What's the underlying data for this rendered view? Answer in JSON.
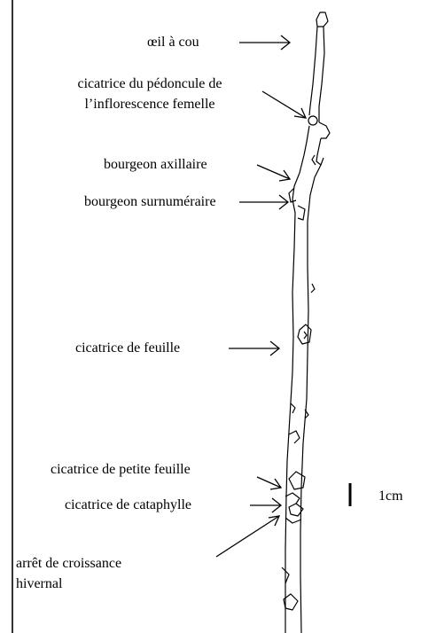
{
  "labels": {
    "oeil_a_cou": "œil à cou",
    "cicatrice_pedoncule_l1": "cicatrice du pédoncule de",
    "cicatrice_pedoncule_l2": "l’inflorescence femelle",
    "bourgeon_axillaire": "bourgeon axillaire",
    "bourgeon_surnumeraire": "bourgeon surnuméraire",
    "cicatrice_feuille": "cicatrice de feuille",
    "cicatrice_petite_feuille": "cicatrice de petite feuille",
    "cicatrice_cataphylle": "cicatrice de cataphylle",
    "arret_croissance_l1": "arrêt de croissance",
    "arret_croissance_l2": "hivernal"
  },
  "scale_bar": {
    "label": "1cm"
  }
}
